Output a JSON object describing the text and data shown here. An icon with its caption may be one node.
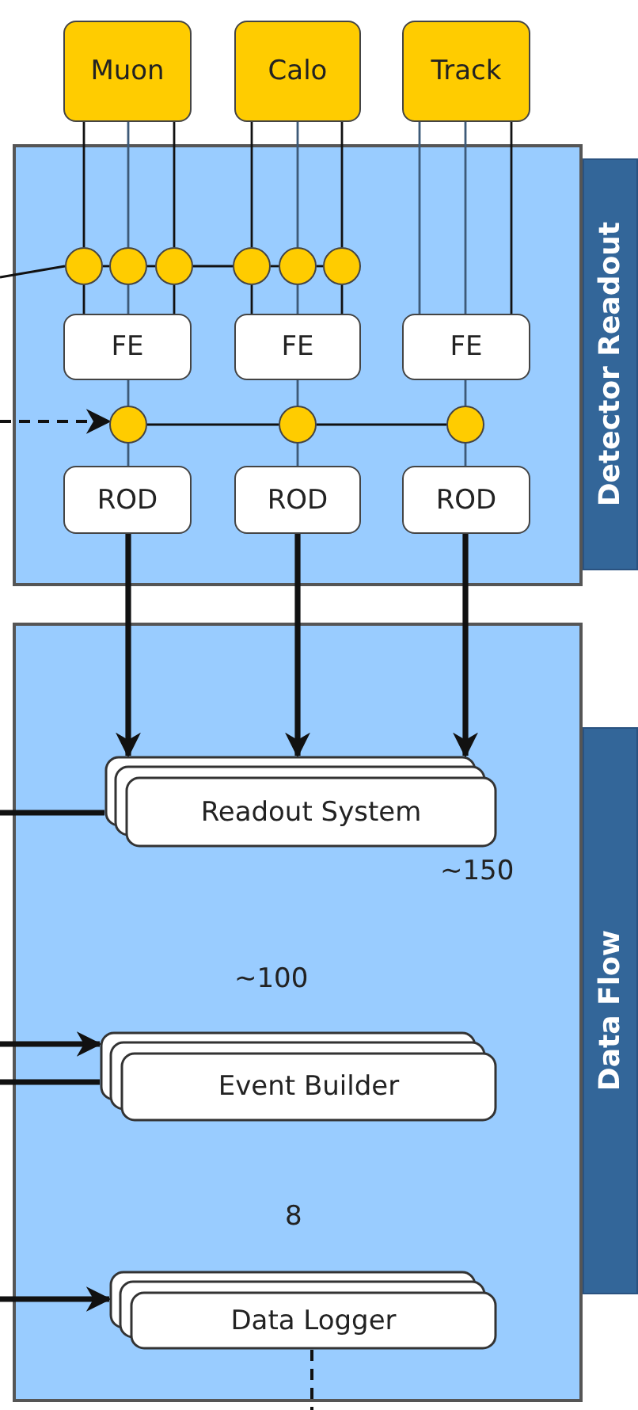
{
  "diagram": {
    "nodes": [
      {
        "text": [
          "Muon"
        ]
      },
      {
        "text": [
          "Calo"
        ]
      },
      {
        "text": [
          "Track"
        ]
      },
      {
        "text": [],
        "shape": "box"
      },
      {
        "text": [
          "Detector Readout"
        ]
      },
      {
        "text": [],
        "shape": "circle",
        "in": 3
      },
      {
        "text": [],
        "shape": "circle",
        "in": 3
      },
      {
        "text": [],
        "shape": "circle",
        "in": 3
      },
      {
        "text": [],
        "shape": "circle",
        "in": 3
      },
      {
        "text": [],
        "shape": "circle",
        "in": 3
      },
      {
        "text": [],
        "shape": "circle",
        "in": 3
      },
      {
        "text": [
          "FE"
        ],
        "in": 3
      },
      {
        "text": [
          "FE"
        ],
        "in": 3
      },
      {
        "text": [
          "FE"
        ],
        "in": 3
      },
      {
        "text": [],
        "shape": "circle",
        "in": 3
      },
      {
        "text": [],
        "shape": "circle",
        "in": 3
      },
      {
        "text": [],
        "shape": "circle",
        "in": 3
      },
      {
        "text": [
          "ROD"
        ],
        "in": 3
      },
      {
        "text": [
          "ROD"
        ],
        "in": 3
      },
      {
        "text": [
          "ROD"
        ],
        "in": 3
      },
      {
        "text": [],
        "shape": "box"
      },
      {
        "text": [
          "Data Flow"
        ]
      },
      {
        "text": [
          "Readout System"
        ],
        "in": 20,
        "beside": [
          "~150"
        ]
      },
      {
        "text": [
          "Event Builder"
        ],
        "in": 20,
        "beside": [
          "~100"
        ]
      },
      {
        "text": [
          "Data Logger"
        ],
        "in": 20,
        "beside": [
          "8"
        ]
      }
    ],
    "edges": [
      {
        "from": 0,
        "to": 5,
        "arrow": "none"
      },
      {
        "from": 5,
        "to": 11,
        "arrow": "none"
      },
      {
        "from": 0,
        "to": 6,
        "arrow": "none",
        "color": "#3d5a78"
      },
      {
        "from": 6,
        "to": 11,
        "arrow": "none",
        "color": "#3d5a78"
      },
      {
        "from": 0,
        "to": 7,
        "arrow": "none"
      },
      {
        "from": 7,
        "to": 11,
        "arrow": "none"
      },
      {
        "from": 1,
        "to": 8,
        "arrow": "none"
      },
      {
        "from": 8,
        "to": 12,
        "arrow": "none"
      },
      {
        "from": 1,
        "to": 9,
        "arrow": "none",
        "color": "#3d5a78"
      },
      {
        "from": 9,
        "to": 12,
        "arrow": "none",
        "color": "#3d5a78"
      },
      {
        "from": 1,
        "to": 10,
        "arrow": "none"
      },
      {
        "from": 10,
        "to": 12,
        "arrow": "none"
      },
      {
        "from": 2,
        "to": 13,
        "arrow": "none",
        "color": "#3d5a78"
      },
      {
        "from": 2,
        "to": 13,
        "arrow": "none",
        "color": "#3d5a78"
      },
      {
        "from": 2,
        "to": 13,
        "arrow": "none"
      },
      {
        "from": null,
        "to": 5,
        "arrow": "none"
      },
      {
        "from": 5,
        "to": 6,
        "arrow": "none"
      },
      {
        "from": 6,
        "to": 7,
        "arrow": "none"
      },
      {
        "from": 7,
        "to": 8,
        "arrow": "none"
      },
      {
        "from": 8,
        "to": 9,
        "arrow": "none"
      },
      {
        "from": 9,
        "to": 10,
        "arrow": "none"
      },
      {
        "from": 11,
        "to": 14,
        "arrow": "none",
        "color": "#3d5a78"
      },
      {
        "from": 14,
        "to": 17,
        "arrow": "none",
        "color": "#3d5a78"
      },
      {
        "from": 12,
        "to": 15,
        "arrow": "none",
        "color": "#3d5a78"
      },
      {
        "from": 15,
        "to": 18,
        "arrow": "none",
        "color": "#3d5a78"
      },
      {
        "from": 13,
        "to": 16,
        "arrow": "none",
        "color": "#3d5a78"
      },
      {
        "from": 16,
        "to": 19,
        "arrow": "none",
        "color": "#3d5a78"
      },
      {
        "from": null,
        "to": 14,
        "arrow": "to",
        "style": "dashed"
      },
      {
        "from": 14,
        "to": 15,
        "arrow": "none"
      },
      {
        "from": 15,
        "to": 16,
        "arrow": "none"
      },
      {
        "from": 17,
        "to": 22,
        "arrow": "to",
        "style": "thick"
      },
      {
        "from": 18,
        "to": 22,
        "arrow": "to",
        "style": "thick"
      },
      {
        "from": 19,
        "to": 22,
        "arrow": "to",
        "style": "thick"
      },
      {
        "from": 22,
        "to": null,
        "arrow": "none",
        "style": "thick"
      },
      {
        "from": null,
        "to": 23,
        "arrow": "to",
        "style": "thick"
      },
      {
        "from": 23,
        "to": null,
        "arrow": "none",
        "style": "thick"
      },
      {
        "from": null,
        "to": 24,
        "arrow": "to",
        "style": "thick"
      },
      {
        "from": 24,
        "to": null,
        "arrow": "none",
        "style": "dashed"
      }
    ]
  }
}
